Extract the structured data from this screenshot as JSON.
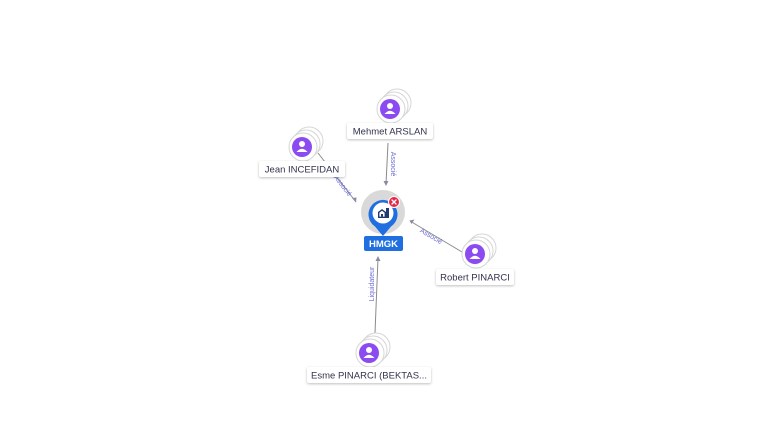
{
  "company": {
    "label": "HMGK",
    "icon": "building-icon",
    "badge_icon": "close-icon",
    "colors": {
      "pin": "#1f6fe0",
      "badge": "#e02a4a"
    }
  },
  "people": [
    {
      "id": "mehmet",
      "name": "Mehmet ARSLAN",
      "icon": "person-icon"
    },
    {
      "id": "jean",
      "name": "Jean INCEFIDAN",
      "icon": "person-icon"
    },
    {
      "id": "robert",
      "name": "Robert PINARCI",
      "icon": "person-icon"
    },
    {
      "id": "esme",
      "name": "Esme PINARCI (BEKTAS...",
      "icon": "person-icon"
    }
  ],
  "edges": [
    {
      "from": "mehmet",
      "to": "company",
      "label": "Associé"
    },
    {
      "from": "jean",
      "to": "company",
      "label": "Associé"
    },
    {
      "from": "robert",
      "to": "company",
      "label": "Associé"
    },
    {
      "from": "esme",
      "to": "company",
      "label": "Liquidateur"
    }
  ],
  "colors": {
    "person": "#8c4bf0",
    "edge_label": "#6b6bd6"
  }
}
